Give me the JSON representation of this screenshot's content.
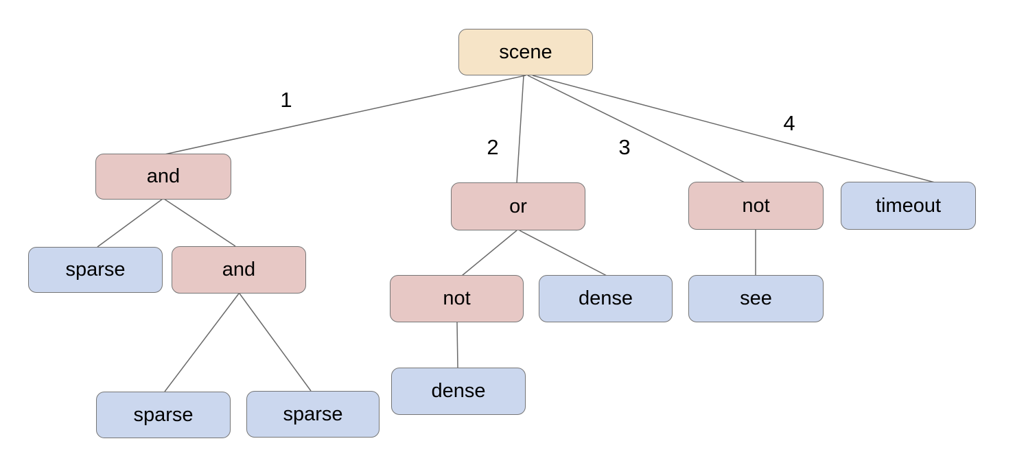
{
  "diagram": {
    "type": "tree",
    "colors": {
      "root_fill": "#f6e4c7",
      "operator_fill": "#e7c8c5",
      "leaf_fill": "#cbd7ee",
      "border": "#757575",
      "edge": "#696969",
      "text": "#000000"
    },
    "nodes": [
      {
        "id": "scene",
        "label": "scene",
        "type": "root"
      },
      {
        "id": "and-1",
        "label": "and",
        "type": "operator"
      },
      {
        "id": "or",
        "label": "or",
        "type": "operator"
      },
      {
        "id": "not-1",
        "label": "not",
        "type": "operator"
      },
      {
        "id": "timeout",
        "label": "timeout",
        "type": "leaf"
      },
      {
        "id": "sparse-1",
        "label": "sparse",
        "type": "leaf"
      },
      {
        "id": "and-2",
        "label": "and",
        "type": "operator"
      },
      {
        "id": "not-2",
        "label": "not",
        "type": "operator"
      },
      {
        "id": "dense-1",
        "label": "dense",
        "type": "leaf"
      },
      {
        "id": "see",
        "label": "see",
        "type": "leaf"
      },
      {
        "id": "sparse-2",
        "label": "sparse",
        "type": "leaf"
      },
      {
        "id": "sparse-3",
        "label": "sparse",
        "type": "leaf"
      },
      {
        "id": "dense-2",
        "label": "dense",
        "type": "leaf"
      }
    ],
    "edge_labels": [
      "1",
      "2",
      "3",
      "4"
    ],
    "edges": [
      {
        "from": "scene",
        "to": "and-1",
        "label": "1"
      },
      {
        "from": "scene",
        "to": "or",
        "label": "2"
      },
      {
        "from": "scene",
        "to": "not-1",
        "label": "3"
      },
      {
        "from": "scene",
        "to": "timeout",
        "label": "4"
      },
      {
        "from": "and-1",
        "to": "sparse-1",
        "label": ""
      },
      {
        "from": "and-1",
        "to": "and-2",
        "label": ""
      },
      {
        "from": "or",
        "to": "not-2",
        "label": ""
      },
      {
        "from": "or",
        "to": "dense-1",
        "label": ""
      },
      {
        "from": "not-1",
        "to": "see",
        "label": ""
      },
      {
        "from": "and-2",
        "to": "sparse-2",
        "label": ""
      },
      {
        "from": "and-2",
        "to": "sparse-3",
        "label": ""
      },
      {
        "from": "not-2",
        "to": "dense-2",
        "label": ""
      }
    ]
  }
}
